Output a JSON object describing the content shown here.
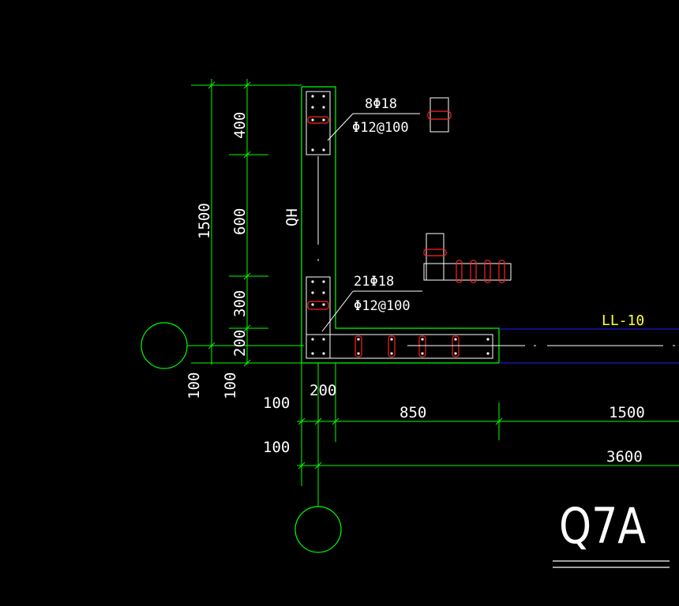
{
  "colors": {
    "background": "#000000",
    "wall_outline": "#00ff00",
    "dimension_line": "#00ff00",
    "stirrup": "#ff2020",
    "text": "#ffffff",
    "beam_label": "#ffff33",
    "beam_line": "#2020ff"
  },
  "drawing": {
    "title": "Q7A",
    "wall_label": "QH",
    "beam_label": "LL-10",
    "upper_zone": {
      "bars": "8Φ18",
      "stirrup": "Φ12@100"
    },
    "lower_zone": {
      "bars": "21Φ18",
      "stirrup": "Φ12@100"
    }
  },
  "dimensions": {
    "left_total": "1500",
    "left_segments": [
      "400",
      "600",
      "300",
      "200"
    ],
    "left_offsets": [
      "100",
      "100"
    ],
    "bottom_wall_width": "200",
    "bottom_offsets": [
      "100",
      "100"
    ],
    "bottom_row1": [
      "850",
      "1500"
    ],
    "bottom_row2": "3600"
  }
}
